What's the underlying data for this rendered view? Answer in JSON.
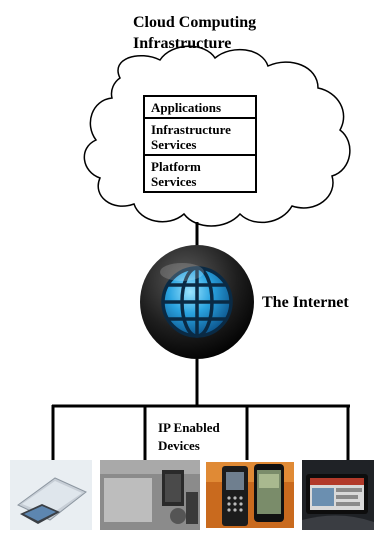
{
  "title": {
    "line1": "Cloud Computing",
    "line2": "Infrastructure"
  },
  "cloud_stack": {
    "items": [
      [
        "Applications"
      ],
      [
        "Infrastructure",
        "Services"
      ],
      [
        "Platform",
        "Services"
      ]
    ]
  },
  "internet_label": "The Internet",
  "devices_label": {
    "line1": "IP Enabled",
    "line2": "Devices"
  },
  "devices": [
    {
      "icon": "tablet-laptop-device-photo"
    },
    {
      "icon": "desktop-computer-device-photo"
    },
    {
      "icon": "smartphones-device-photo"
    },
    {
      "icon": "car-dashboard-device-photo"
    }
  ]
}
